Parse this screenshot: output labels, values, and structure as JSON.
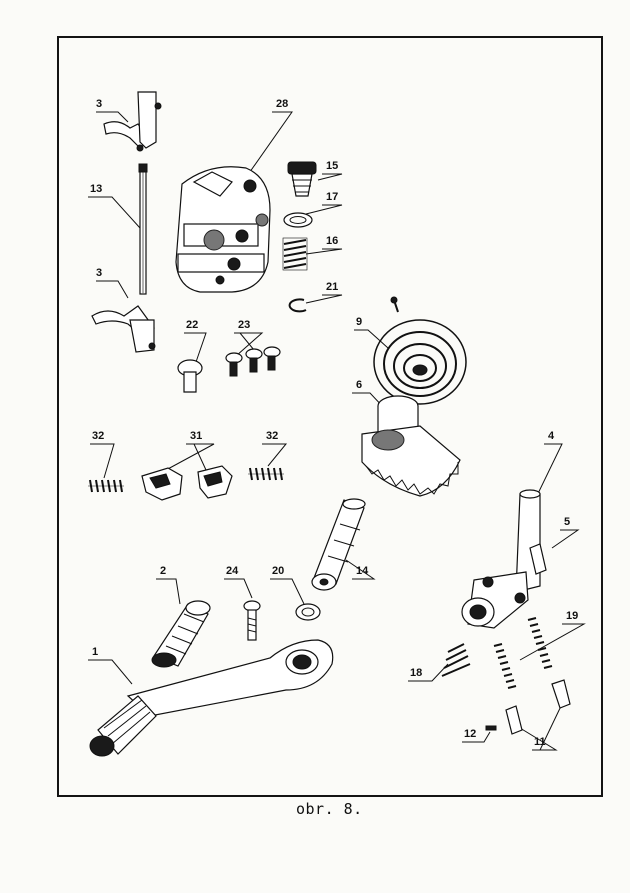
{
  "caption": "obr. 8.",
  "parts": [
    {
      "id": "p3a",
      "number": "3"
    },
    {
      "id": "p28",
      "number": "28"
    },
    {
      "id": "p13",
      "number": "13"
    },
    {
      "id": "p15",
      "number": "15"
    },
    {
      "id": "p17",
      "number": "17"
    },
    {
      "id": "p16",
      "number": "16"
    },
    {
      "id": "p3b",
      "number": "3"
    },
    {
      "id": "p21",
      "number": "21"
    },
    {
      "id": "p22",
      "number": "22"
    },
    {
      "id": "p23",
      "number": "23"
    },
    {
      "id": "p9",
      "number": "9"
    },
    {
      "id": "p6",
      "number": "6"
    },
    {
      "id": "p32a",
      "number": "32"
    },
    {
      "id": "p31",
      "number": "31"
    },
    {
      "id": "p32b",
      "number": "32"
    },
    {
      "id": "p4",
      "number": "4"
    },
    {
      "id": "p5",
      "number": "5"
    },
    {
      "id": "p2",
      "number": "2"
    },
    {
      "id": "p24",
      "number": "24"
    },
    {
      "id": "p20",
      "number": "20"
    },
    {
      "id": "p14",
      "number": "14"
    },
    {
      "id": "p19",
      "number": "19"
    },
    {
      "id": "p1",
      "number": "1"
    },
    {
      "id": "p18",
      "number": "18"
    },
    {
      "id": "p12",
      "number": "12"
    },
    {
      "id": "p11",
      "number": "11"
    }
  ]
}
